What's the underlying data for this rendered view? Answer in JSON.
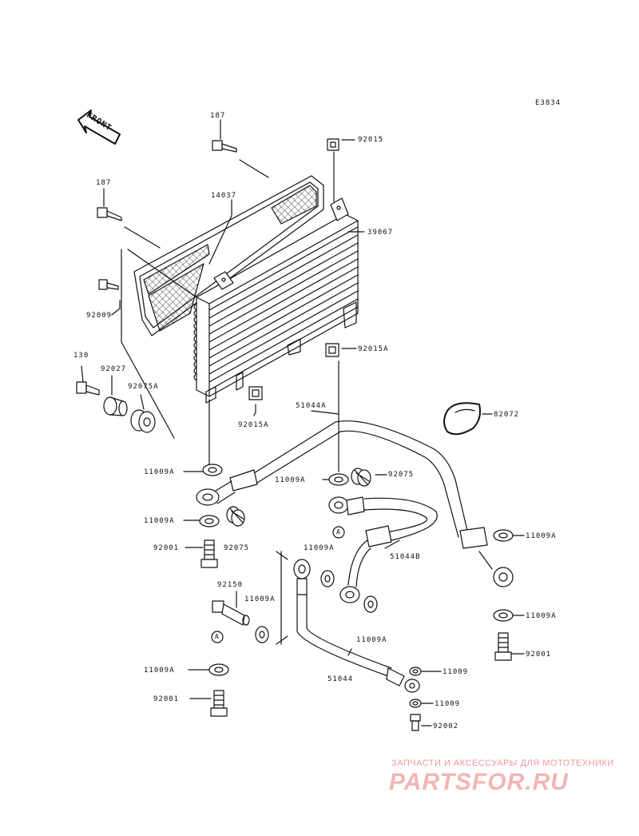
{
  "drawing_code": "E3834",
  "front_label": "FRONT",
  "labels": {
    "l187_top": "187",
    "l92015": "92015",
    "l187_left": "187",
    "l14037": "14037",
    "l39067": "39067",
    "l92009": "92009",
    "l92015A_right": "92015A",
    "l130": "130",
    "l92027": "92027",
    "l92075A": "92075A",
    "l92015A_bottom": "92015A",
    "l51044A": "51044A",
    "l82072": "82072",
    "l11009A_1": "11009A",
    "l11009A_2": "11009A",
    "l92075_right": "92075",
    "l11009A_3": "11009A",
    "l92001_left": "92001",
    "l92075_left": "92075",
    "l11009A_4": "11009A",
    "l51044B": "51044B",
    "l11009A_right1": "11009A",
    "l92150": "92150",
    "l11009A_5": "11009A",
    "l11009A_right2": "11009A",
    "l11009A_6": "11009A",
    "l92001_right": "92001",
    "l11009A_7": "11009A",
    "l11009_1": "11009",
    "l51044": "51044",
    "l92001_bottom": "92001",
    "l11009_2": "11009",
    "l92002": "92002",
    "marker_a": "A"
  },
  "watermark": {
    "tagline": "ЗАПЧАСТИ И АКСЕССУАРЫ ДЛЯ МОТОТЕХНИКИ",
    "brand": "PARTSFOR.RU"
  }
}
